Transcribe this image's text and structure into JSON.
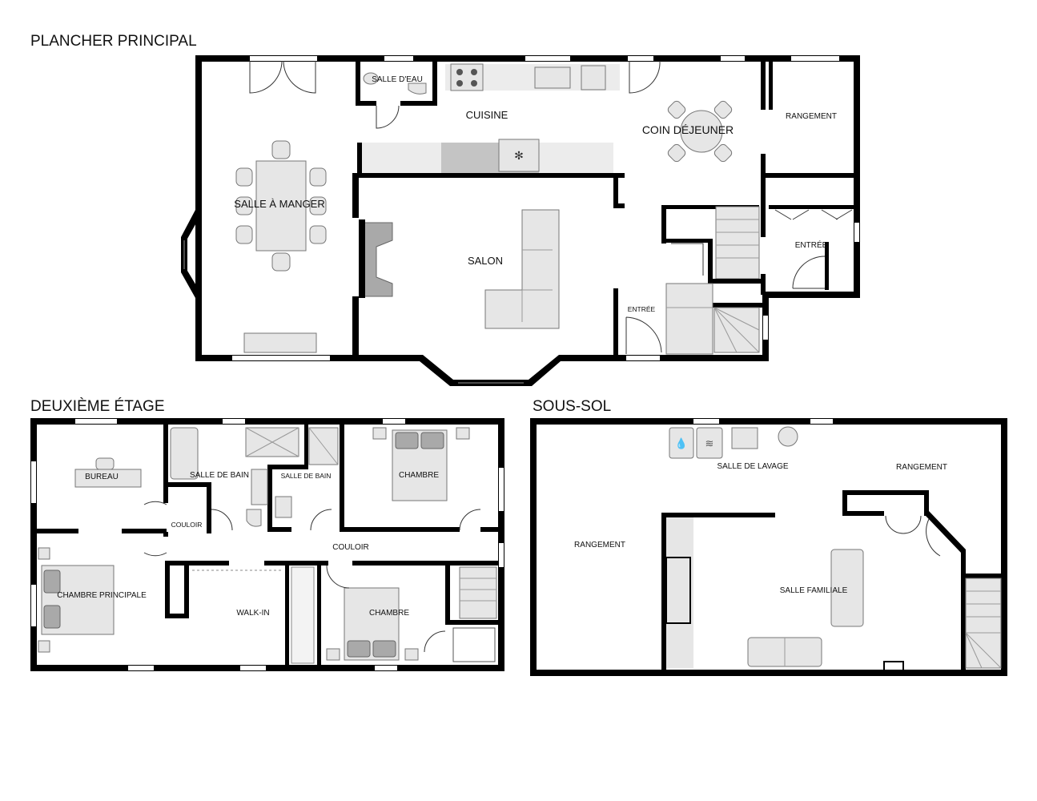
{
  "floors": {
    "main": {
      "title": "PLANCHER PRINCIPAL",
      "rooms": {
        "salle_deau": "SALLE D'EAU",
        "cuisine": "CUISINE",
        "coin_dejeuner": "COIN DÉJEUNER",
        "rangement": "RANGEMENT",
        "salle_a_manger": "SALLE À MANGER",
        "salon": "SALON",
        "entree_main": "ENTRÉE",
        "entree_small": "ENTRÉE"
      }
    },
    "second": {
      "title": "DEUXIÈME ÉTAGE",
      "rooms": {
        "bureau": "BUREAU",
        "salle_de_bain_1": "SALLE DE BAIN",
        "salle_de_bain_2": "SALLE DE BAIN",
        "chambre_1": "CHAMBRE",
        "couloir_small": "COULOIR",
        "couloir": "COULOIR",
        "chambre_principale": "CHAMBRE PRINCIPALE",
        "walk_in": "WALK-IN",
        "chambre_2": "CHAMBRE"
      }
    },
    "basement": {
      "title": "SOUS-SOL",
      "rooms": {
        "salle_de_lavage": "SALLE DE LAVAGE",
        "rangement_top": "RANGEMENT",
        "rangement_left": "RANGEMENT",
        "salle_familiale": "SALLE FAMILIALE"
      }
    }
  },
  "colors": {
    "wall": "#000000",
    "furniture": "#e6e6e6",
    "furniture_dark": "#a9a9a9",
    "background": "#ffffff"
  }
}
